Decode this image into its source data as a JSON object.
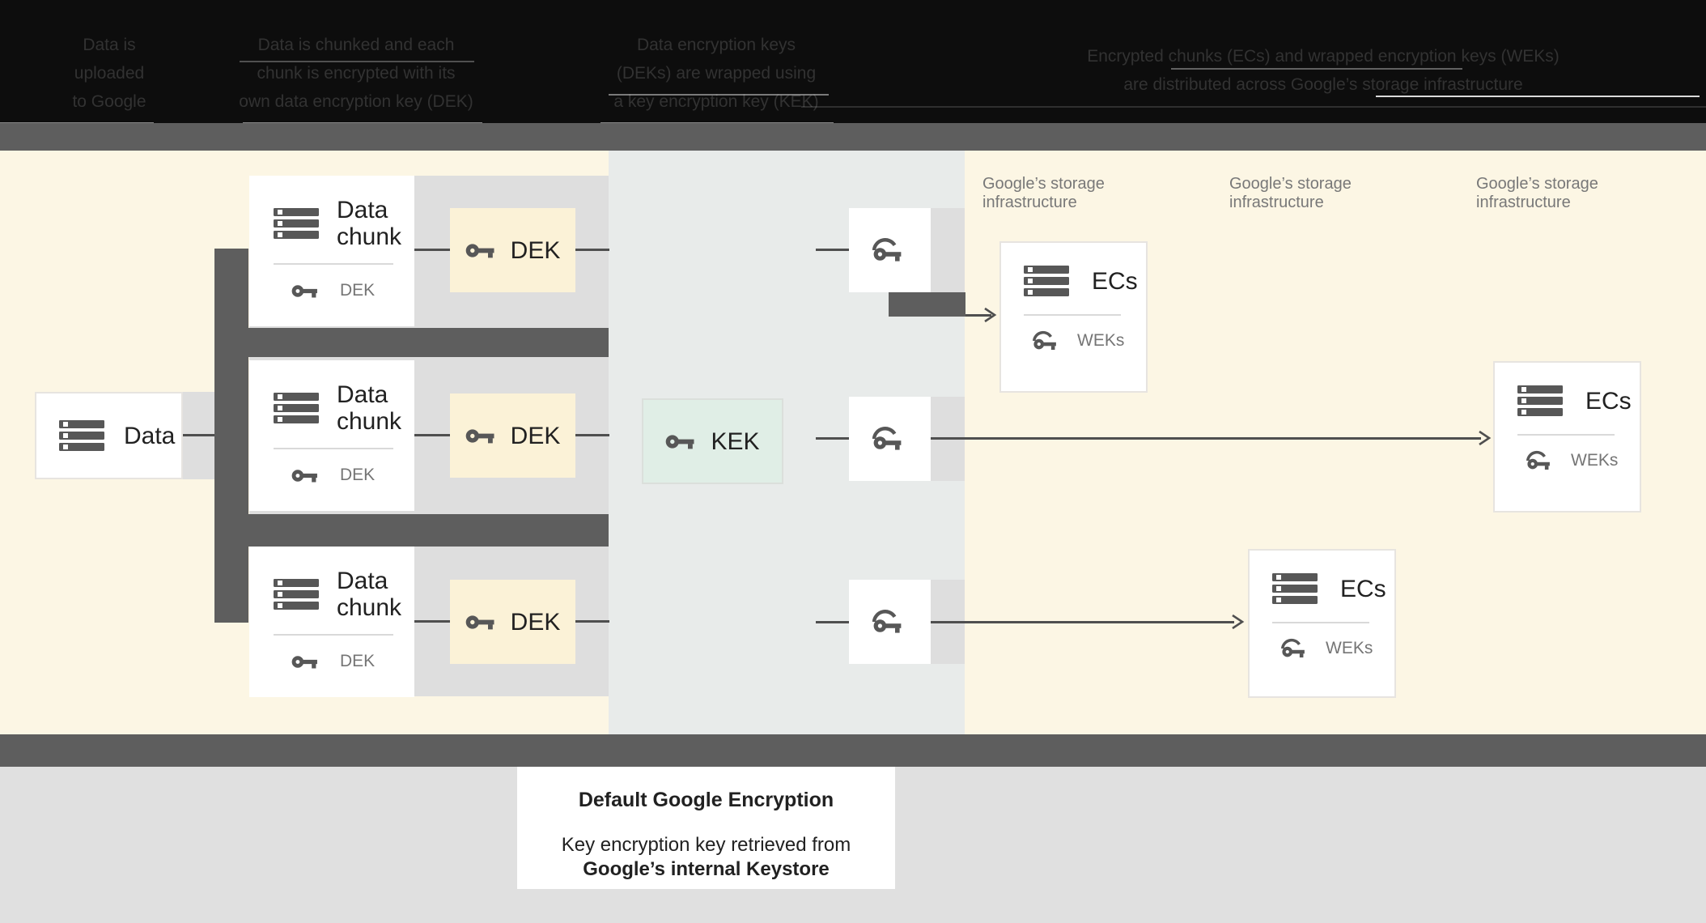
{
  "header": {
    "columns": [
      {
        "lines": [
          "Data is",
          "uploaded",
          "to Google"
        ]
      },
      {
        "lines": [
          "Data is chunked and each",
          "chunk is encrypted with its",
          "own data encryption key (DEK)"
        ]
      },
      {
        "lines": [
          "Data encryption keys",
          "(DEKs) are wrapped using",
          "a key encryption key (KEK)"
        ]
      },
      {
        "lines": [
          "Encrypted chunks (ECs) and wrapped encryption keys (WEKs)",
          "are distributed across Google’s storage infrastructure"
        ]
      }
    ]
  },
  "diagram": {
    "data_box_label": "Data",
    "chunk_title": "Data chunk",
    "chunk_key_label": "DEK",
    "dek_label": "DEK",
    "kek_label": "KEK",
    "storage_label": "Google’s storage infrastructure",
    "ec_title": "ECs",
    "ec_key_label": "WEKs"
  },
  "caption": {
    "title": "Default Google Encryption",
    "body_line1": "Key encryption key retrieved from",
    "body_line2": "Google’s internal Keystore"
  },
  "colors": {
    "header_black": "#0D0D0D",
    "header_ghost_text": "#323232",
    "bar_dark": "#5E5E5E",
    "cream": "#FCF6E4",
    "mid_column": "#E8EBEA",
    "row_gray": "#DEDEDE",
    "dek_yellow": "#FBF2D7",
    "kek_mint": "#E0EEE6",
    "bottom_gray": "#E0E0E0",
    "connector": "#4F4F4F",
    "icon_gray": "#575757",
    "text_dark": "#212121",
    "text_gray": "#757575"
  }
}
